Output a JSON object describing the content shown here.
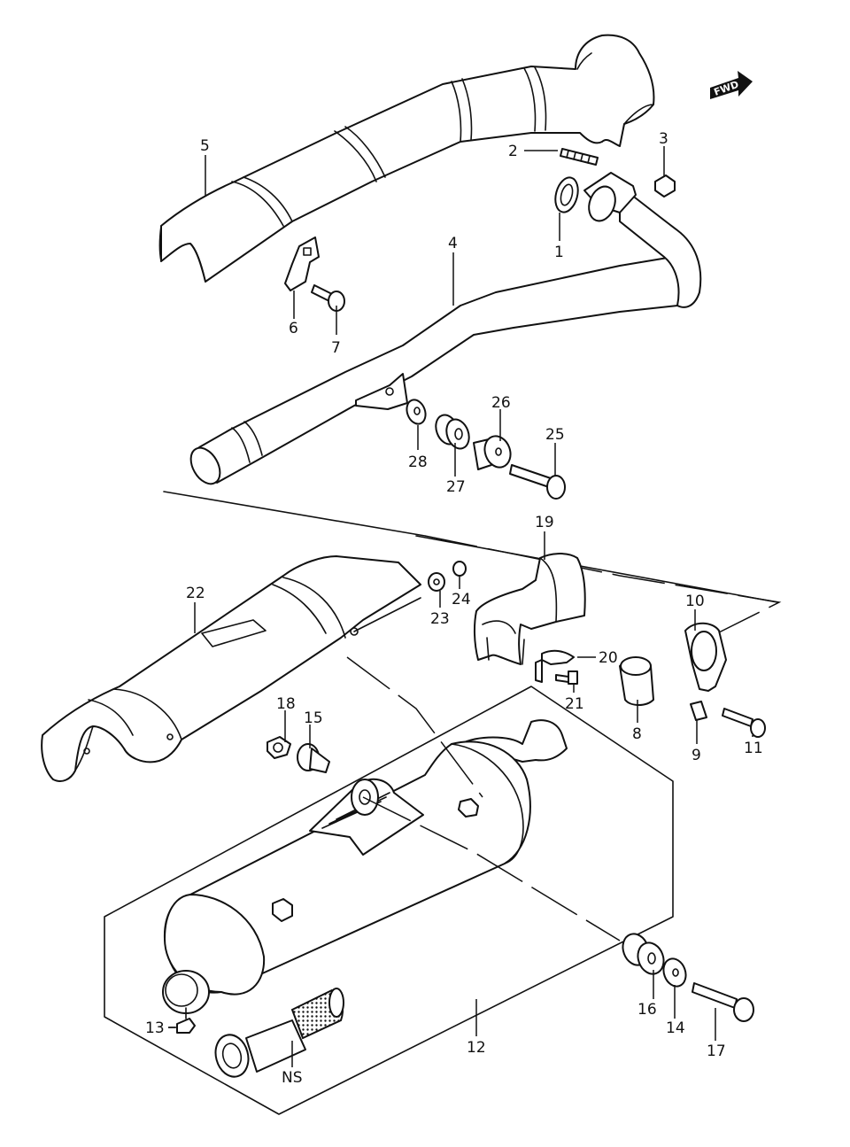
{
  "badge": {
    "text": "FWD"
  },
  "callouts": [
    {
      "id": "c1",
      "text": "1"
    },
    {
      "id": "c2",
      "text": "2"
    },
    {
      "id": "c3",
      "text": "3"
    },
    {
      "id": "c4",
      "text": "4"
    },
    {
      "id": "c5",
      "text": "5"
    },
    {
      "id": "c6",
      "text": "6"
    },
    {
      "id": "c7",
      "text": "7"
    },
    {
      "id": "c8",
      "text": "8"
    },
    {
      "id": "c9",
      "text": "9"
    },
    {
      "id": "c10",
      "text": "10"
    },
    {
      "id": "c11",
      "text": "11"
    },
    {
      "id": "c12",
      "text": "12"
    },
    {
      "id": "c13",
      "text": "13"
    },
    {
      "id": "c14",
      "text": "14"
    },
    {
      "id": "c15",
      "text": "15"
    },
    {
      "id": "c16",
      "text": "16"
    },
    {
      "id": "c17",
      "text": "17"
    },
    {
      "id": "c18",
      "text": "18"
    },
    {
      "id": "c19",
      "text": "19"
    },
    {
      "id": "c20",
      "text": "20"
    },
    {
      "id": "c21",
      "text": "21"
    },
    {
      "id": "c22",
      "text": "22"
    },
    {
      "id": "c23",
      "text": "23"
    },
    {
      "id": "c24",
      "text": "24"
    },
    {
      "id": "c25",
      "text": "25"
    },
    {
      "id": "c26",
      "text": "26"
    },
    {
      "id": "c27",
      "text": "27"
    },
    {
      "id": "c28",
      "text": "28"
    },
    {
      "id": "cNS",
      "text": "NS"
    }
  ]
}
